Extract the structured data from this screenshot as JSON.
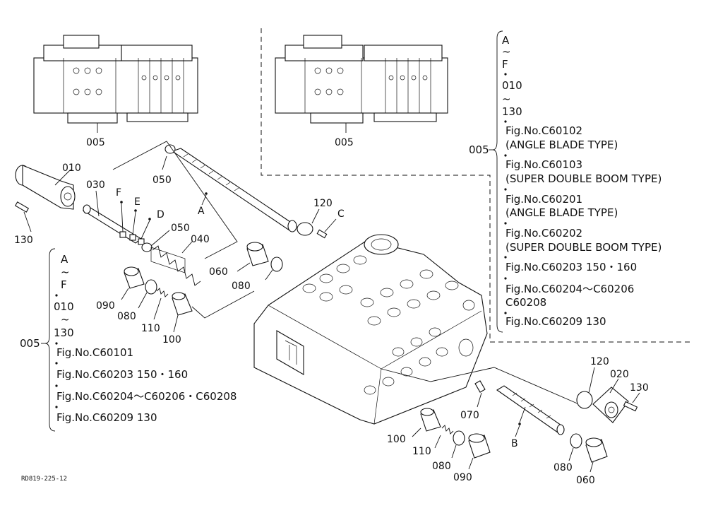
{
  "diagram": {
    "drawing_code": "RD819-225-12",
    "parts": {
      "p005_left": "005",
      "p005_mid": "005",
      "p005_right_bracket": "005",
      "p005_left_bracket": "005",
      "p010": "010",
      "p020": "020",
      "p030": "030",
      "p040": "040",
      "p050_top": "050",
      "p050_mid": "050",
      "p060_top": "060",
      "p060_bot": "060",
      "p070": "070",
      "p080_a": "080",
      "p080_b": "080",
      "p080_c": "080",
      "p080_d": "080",
      "p090_a": "090",
      "p090_b": "090",
      "p100_a": "100",
      "p100_b": "100",
      "p110_a": "110",
      "p110_b": "110",
      "p120_top": "120",
      "p120_right": "120",
      "p130_left": "130",
      "p130_right": "130",
      "mark_A": "A",
      "mark_B": "B",
      "mark_C": "C",
      "mark_D": "D",
      "mark_E": "E",
      "mark_F": "F"
    },
    "right_notes": {
      "range_start": "A",
      "tilde1": "~",
      "range_end": "F",
      "from": "010",
      "tilde2": "~",
      "to": "130",
      "lines": [
        "Fig.No.C60102",
        "(ANGLE BLADE TYPE)",
        "Fig.No.C60103",
        "(SUPER DOUBLE BOOM TYPE)",
        "Fig.No.C60201",
        "(ANGLE BLADE TYPE)",
        "Fig.No.C60202",
        "(SUPER DOUBLE BOOM TYPE)",
        "Fig.No.C60203  150・160",
        "Fig.No.C60204～C60206",
        "C60208",
        "Fig.No.C60209  130"
      ]
    },
    "left_notes": {
      "range_start": "A",
      "tilde1": "~",
      "range_end": "F",
      "from": "010",
      "tilde2": "~",
      "to": "130",
      "lines": [
        "Fig.No.C60101",
        "Fig.No.C60203  150・160",
        "Fig.No.C60204～C60206・C60208",
        "Fig.No.C60209  130"
      ]
    }
  }
}
